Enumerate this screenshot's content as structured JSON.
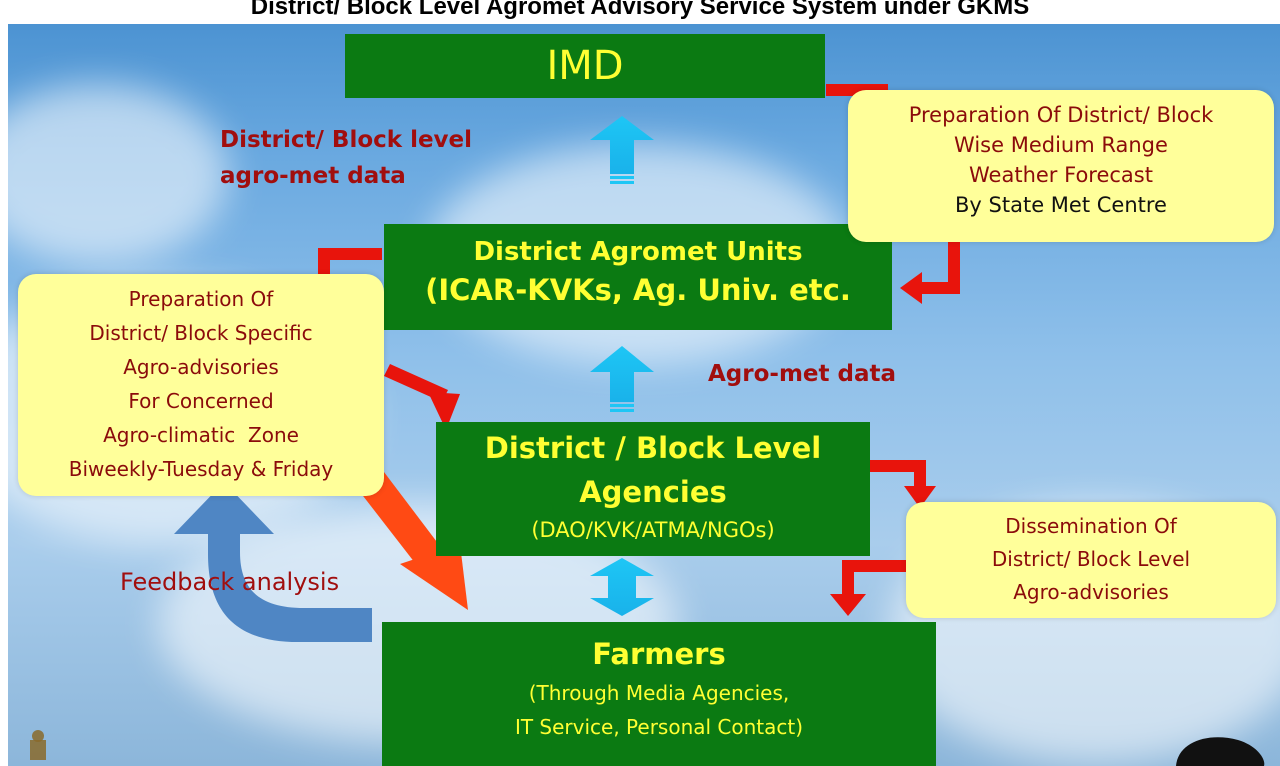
{
  "title": "District/ Block Level Agromet Advisory Service System under GKMS",
  "boxes": {
    "imd": "IMD",
    "dau_line1": "District Agromet Units",
    "dau_line2": "(ICAR-KVKs, Ag. Univ. etc.",
    "dbla_line1": "District / Block Level",
    "dbla_line2": "Agencies",
    "dbla_line3": "(DAO/KVK/ATMA/NGOs)",
    "farmers_line1": "Farmers",
    "farmers_line2": "(Through Media Agencies,",
    "farmers_line3": "IT Service, Personal Contact)"
  },
  "notes": {
    "forecast": [
      "Preparation Of District/ Block",
      "Wise Medium Range",
      "Weather Forecast",
      "By State Met Centre"
    ],
    "advisories": [
      "Preparation Of",
      "District/ Block Specific",
      "Agro-advisories",
      "For Concerned",
      "Agro-climatic  Zone",
      "Biweekly-Tuesday & Friday"
    ],
    "dissemination": [
      "Dissemination Of",
      "District/ Block Level",
      "Agro-advisories"
    ]
  },
  "labels": {
    "block_data_1": "District/ Block level",
    "block_data_2": "agro-met data",
    "agromet_data": "Agro-met data",
    "feedback": "Feedback analysis"
  },
  "colors": {
    "box_green": "#0b7a12",
    "box_text": "#ffff33",
    "note_fill": "#ffff9a",
    "note_text": "#8b0b0b",
    "label_red": "#a10e0e",
    "arrow_red": "#e8140c",
    "arrow_orange": "#ff4a14",
    "arrow_cyan": "#1ec6f5",
    "arrow_blue": "#4f86c4"
  }
}
